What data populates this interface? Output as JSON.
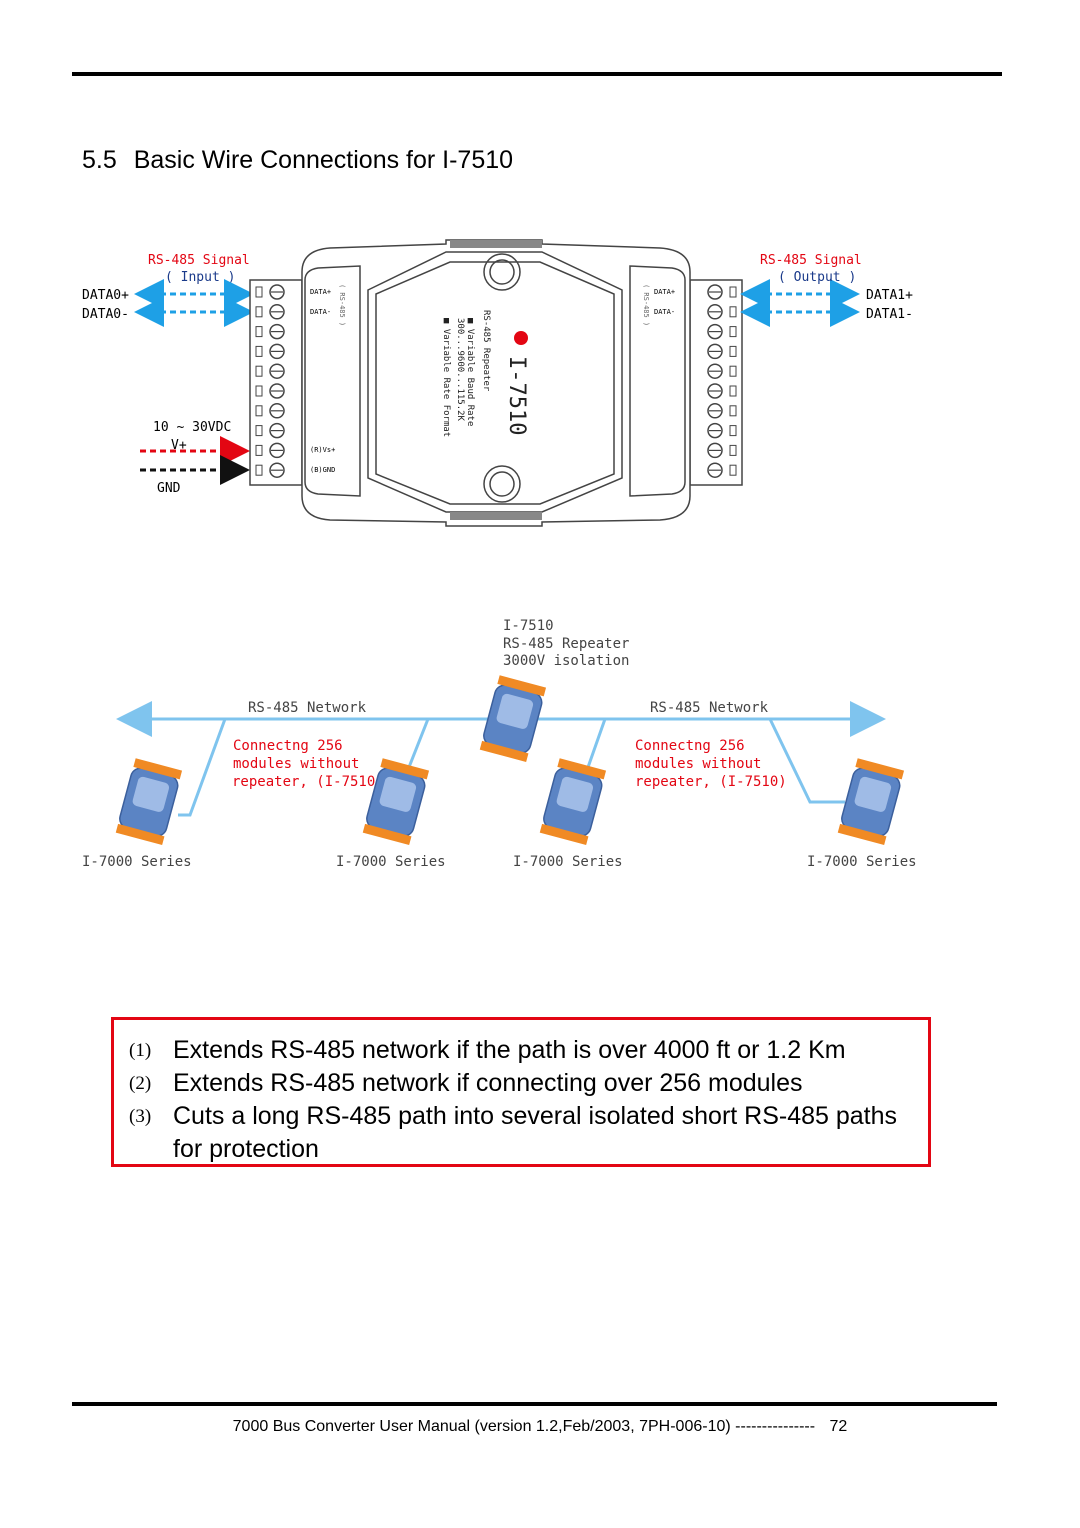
{
  "section": {
    "number": "5.5",
    "title": "Basic Wire Connections for I-7510"
  },
  "wiring_diagram": {
    "left_signal_label": "RS-485 Signal",
    "left_signal_sub": "( Input )",
    "right_signal_label": "RS-485 Signal",
    "right_signal_sub": "( Output )",
    "data0_plus": "DATA0+",
    "data0_minus": "DATA0-",
    "data1_plus": "DATA1+",
    "data1_minus": "DATA1-",
    "power_range": "10 ~ 30VDC",
    "vplus": "V+",
    "gnd": "GND",
    "device_name": "I-7510",
    "device_features": [
      "RS-485 Repeater",
      "Variable Baud Rate",
      "300...9600...115.2K",
      "Variable Rate Format"
    ],
    "pin_left_data_plus": "DATA+",
    "pin_left_data_minus": "DATA-",
    "pin_left_vs": "(R)Vs+",
    "pin_left_gnd": "(B)GND",
    "pin_right_data_plus": "DATA+",
    "pin_right_data_minus": "DATA-",
    "pin_rs485_left": "( RS-485 )",
    "pin_rs485_right": "( RS-485 )"
  },
  "network_diagram": {
    "repeater_line1": "I-7510",
    "repeater_line2": "RS-485 Repeater",
    "repeater_line3": "3000V isolation",
    "network_left": "RS-485 Network",
    "network_right": "RS-485 Network",
    "note_left": [
      "Connectng 256",
      "modules without",
      "repeater, (I-7510)"
    ],
    "note_right": [
      "Connectng 256",
      "modules without",
      "repeater, (I-7510)"
    ],
    "series_labels": [
      "I-7000 Series",
      "I-7000 Series",
      "I-7000 Series",
      "I-7000 Series"
    ]
  },
  "features": [
    {
      "marker": "(1)",
      "text": "Extends RS-485 network if the path is over 4000 ft or 1.2 Km"
    },
    {
      "marker": "(2)",
      "text": "Extends RS-485 network if connecting over 256 modules"
    },
    {
      "marker": "(3)",
      "text": "Cuts a long RS-485 path into several isolated short RS-485 paths for protection"
    }
  ],
  "footer": {
    "text": "7000 Bus Converter User Manual (version 1.2,Feb/2003, 7PH-006-10)",
    "dashes": "---------------",
    "page": "72"
  },
  "colors": {
    "signal_red": "#e30613",
    "arrow_blue": "#1ea0e6",
    "network_blue": "#7fc4ee",
    "module_blue": "#5b84c4",
    "connector_orange": "#f08a24"
  }
}
